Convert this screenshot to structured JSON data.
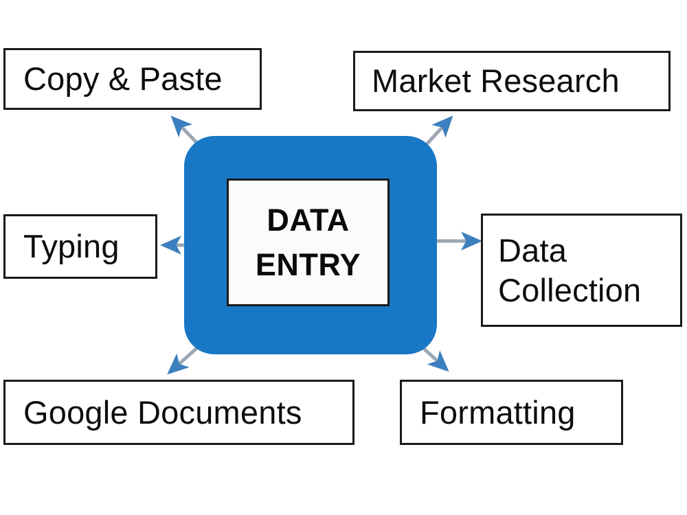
{
  "diagram": {
    "title": "Data Entry services mind map",
    "type": "hub-and-spoke",
    "background_color": "#ffffff",
    "hub": {
      "shape": "rounded-rectangle",
      "fill_color": "#1878c5",
      "inner_box": {
        "fill_color": "#fbfbfb",
        "border_color": "#1a1a1a",
        "line1": "DATA",
        "line2": "ENTRY"
      }
    },
    "nodes": [
      {
        "id": "copy-paste",
        "label": "Copy & Paste",
        "position": "top-left"
      },
      {
        "id": "market-research",
        "label": "Market Research",
        "position": "top-right"
      },
      {
        "id": "typing",
        "label": "Typing",
        "position": "middle-left"
      },
      {
        "id": "data-collection",
        "label": "Data\nCollection",
        "position": "middle-right"
      },
      {
        "id": "google-documents",
        "label": "Google Documents",
        "position": "bottom-left"
      },
      {
        "id": "formatting",
        "label": "Formatting",
        "position": "bottom-right"
      }
    ],
    "arrows": [
      {
        "id": "arrow-to-copy-paste",
        "from": "hub",
        "to": "copy-paste",
        "direction": "up-left"
      },
      {
        "id": "arrow-to-market-research",
        "from": "hub",
        "to": "market-research",
        "direction": "up-right"
      },
      {
        "id": "arrow-to-typing",
        "from": "hub",
        "to": "typing",
        "direction": "left"
      },
      {
        "id": "arrow-to-data-collection",
        "from": "hub",
        "to": "data-collection",
        "direction": "right"
      },
      {
        "id": "arrow-to-google-documents",
        "from": "hub",
        "to": "google-documents",
        "direction": "down-left"
      },
      {
        "id": "arrow-to-formatting",
        "from": "hub",
        "to": "formatting",
        "direction": "down-right"
      }
    ],
    "colors": {
      "hub_blue": "#1878c5",
      "arrow_head": "#3d80bf",
      "arrow_shaft": "#9aa7b3",
      "box_border": "#1a1a1a",
      "text": "#0d0d0d"
    }
  }
}
